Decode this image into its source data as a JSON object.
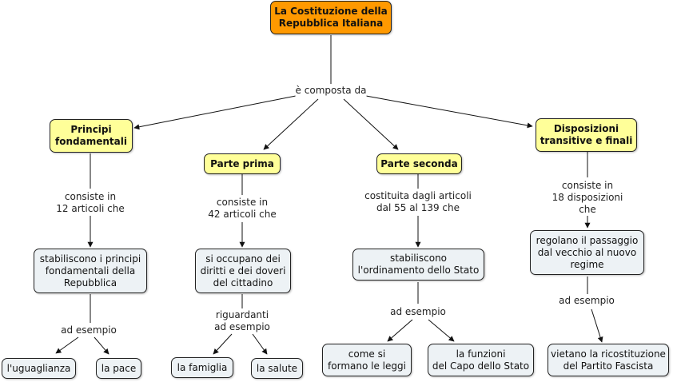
{
  "colors": {
    "root_fill": "#ff9900",
    "main_fill": "#ffff99",
    "leaf_fill": "#edf2f5",
    "line": "#111111"
  },
  "nodes": {
    "root": "La Costituzione della\nRepubblica Italiana",
    "principi": "Principi\nfondamentali",
    "parte_prima": "Parte prima",
    "parte_seconda": "Parte seconda",
    "disposizioni": "Disposizioni\ntransitive e finali",
    "stabiliscono_principi": "stabiliscono i principi\nfondamentali della\nRepubblica",
    "si_occupano": "si occupano dei\ndiritti e dei doveri\ndel cittadino",
    "stabiliscono_ordinamento": "stabiliscono\nl'ordinamento dello Stato",
    "regolano": "regolano il passaggio\ndal vecchio al nuovo\nregime",
    "uguaglianza": "l'uguaglianza",
    "pace": "la pace",
    "famiglia": "la famiglia",
    "salute": "la salute",
    "leggi": "come si\nformano le leggi",
    "capo_stato": "la funzioni\ndel Capo dello Stato",
    "vietano": "vietano la ricostituzione\ndel Partito Fascista"
  },
  "links": {
    "composta": "è composta da",
    "consiste_12": "consiste in\n12 articoli che",
    "consiste_42": "consiste in\n42 articoli che",
    "costituita": "costituita dagli articoli\ndal 55 al 139 che",
    "consiste_18": "consiste in\n18 disposizioni che",
    "esempio_1": "ad esempio",
    "riguardanti": "riguardanti\nad esempio",
    "esempio_3": "ad esempio",
    "esempio_4": "ad esempio"
  }
}
